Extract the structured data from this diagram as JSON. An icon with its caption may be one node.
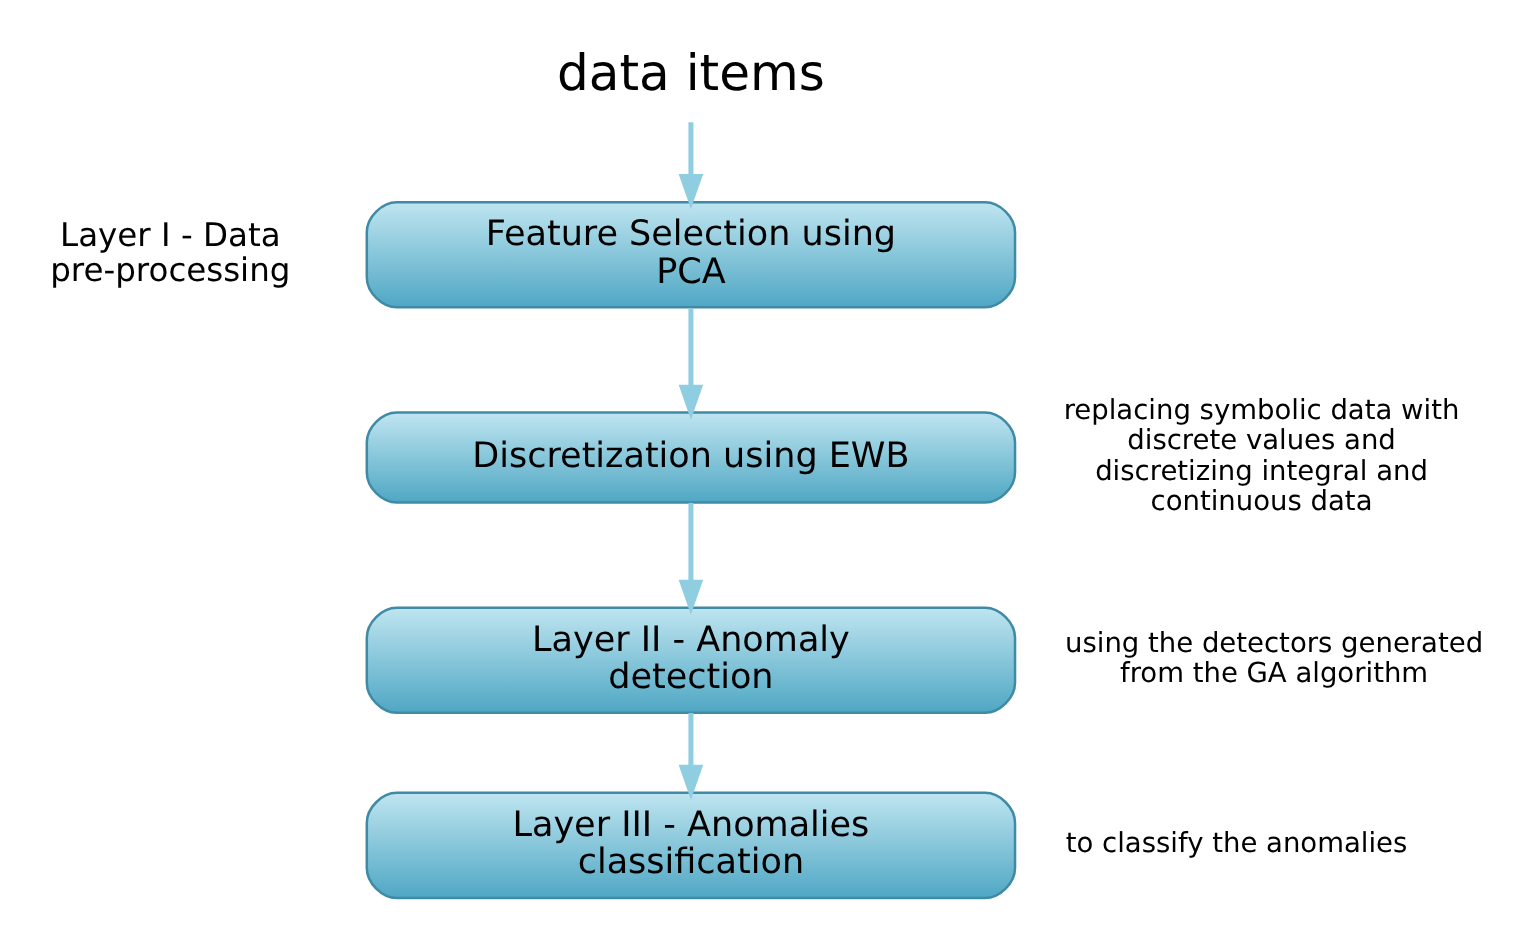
{
  "diagram": {
    "nodes": [
      {
        "text": [
          "data items"
        ]
      },
      {
        "text": [
          "Feature Selection using PCA"
        ]
      },
      {
        "text": [
          "Discretization using EWB"
        ],
        "beside": [
          "replacing symbolic data with discrete values and discretizing integral and continuous data"
        ]
      },
      {
        "text": [
          "Layer II - Anomaly detection"
        ],
        "beside": [
          "using the detectors generated from the GA algorithm"
        ]
      },
      {
        "text": [
          "Layer III - Anomalies classification"
        ],
        "beside": [
          "to classify the anomalies"
        ]
      }
    ],
    "edges": [
      {
        "from": 0,
        "to": 1,
        "arrow": "to"
      },
      {
        "from": 1,
        "to": 2,
        "arrow": "to"
      },
      {
        "from": 2,
        "to": 3,
        "arrow": "to"
      },
      {
        "from": 3,
        "to": 4,
        "arrow": "to"
      }
    ],
    "labels": [
      "Layer I - Data pre-processing"
    ]
  }
}
